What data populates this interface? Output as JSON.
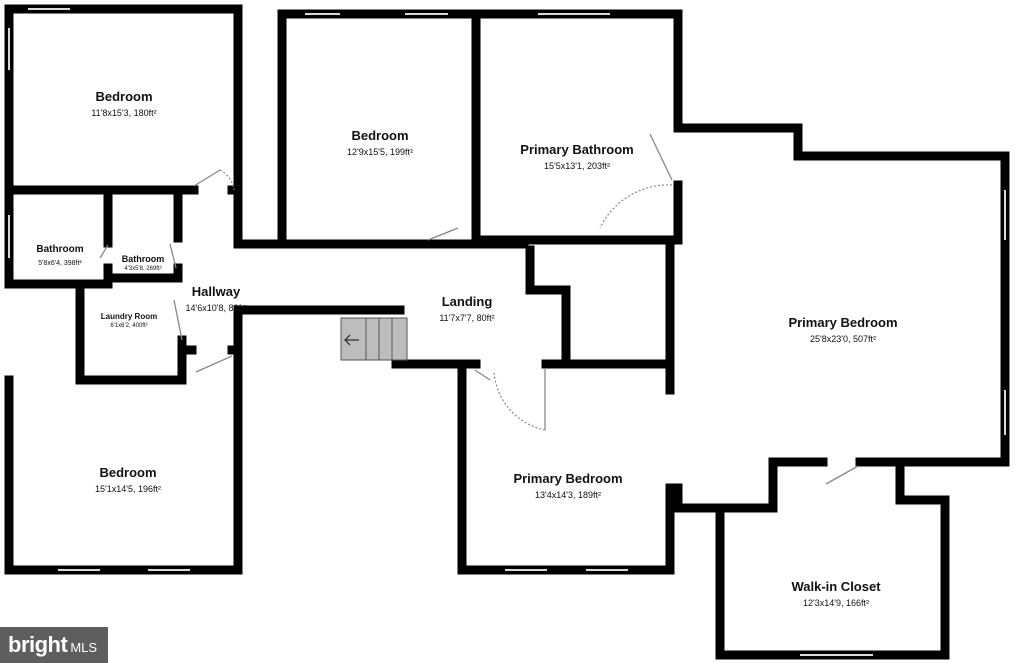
{
  "rooms": {
    "bedroom_1": {
      "name": "Bedroom",
      "dims": "11'8x15'3, 180ft²"
    },
    "bedroom_2": {
      "name": "Bedroom",
      "dims": "12'9x15'5, 199ft²"
    },
    "primary_bathroom": {
      "name": "Primary Bathroom",
      "dims": "15'5x13'1, 203ft²"
    },
    "bathroom_1": {
      "name": "Bathroom",
      "dims": "5'8x6'4, 398ft²"
    },
    "bathroom_2": {
      "name": "Bathroom",
      "dims": "4'3x5'8, 269ft²"
    },
    "hallway": {
      "name": "Hallway",
      "dims": "14'6x10'8, 83ft²"
    },
    "laundry_room": {
      "name": "Laundry Room",
      "dims": "6'1x6'2, 400ft²"
    },
    "landing": {
      "name": "Landing",
      "dims": "11'7x7'7, 80ft²"
    },
    "primary_bedroom_large": {
      "name": "Primary Bedroom",
      "dims": "25'8x23'0, 507ft²"
    },
    "bedroom_3": {
      "name": "Bedroom",
      "dims": "15'1x14'5, 196ft²"
    },
    "primary_bedroom_small": {
      "name": "Primary Bedroom",
      "dims": "13'4x14'3, 189ft²"
    },
    "walk_in_closet": {
      "name": "Walk-in Closet",
      "dims": "12'3x14'9, 166ft²"
    }
  },
  "watermark": {
    "brand": "bright",
    "suffix": "MLS"
  },
  "icons": {
    "stairs_arrow": "arrow-left-icon"
  },
  "colors": {
    "wall": "#000000",
    "stairs": "#bdbdbd",
    "door": "#888888",
    "window": "#d8d8d8",
    "watermark_bg": "#5e5e5e"
  }
}
